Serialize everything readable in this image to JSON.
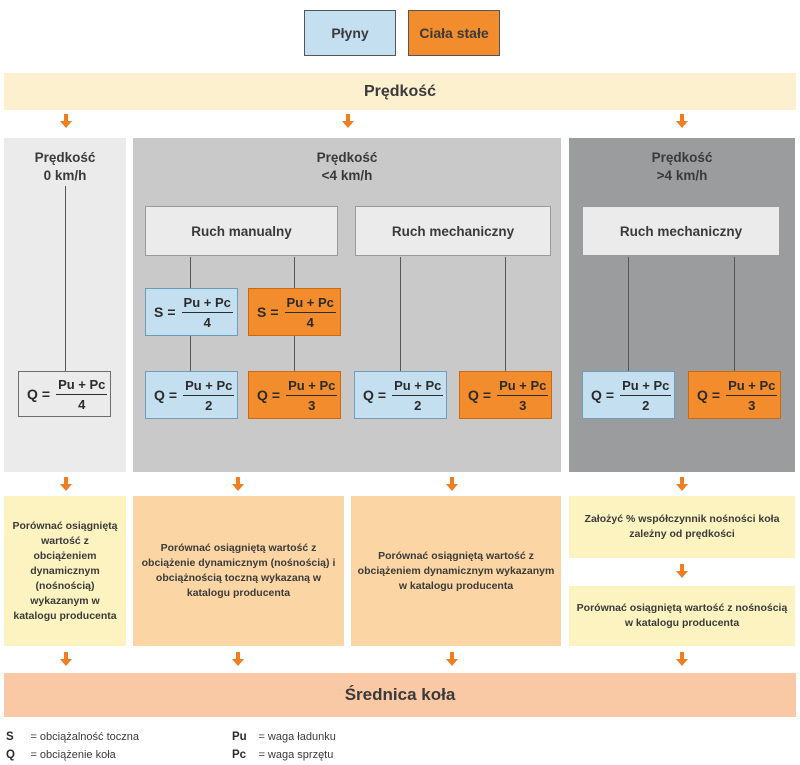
{
  "legend_top": {
    "fluids": "Płyny",
    "solids": "Ciała stałe"
  },
  "speed_band": "Prędkość",
  "columns": {
    "col1": {
      "line1": "Prędkość",
      "line2": "0 km/h"
    },
    "col2": {
      "line1": "Prędkość",
      "line2": "<4 km/h"
    },
    "col3": {
      "line1": "Prędkość",
      "line2": ">4 km/h"
    }
  },
  "modes": {
    "manual": "Ruch manualny",
    "mechanical": "Ruch mechaniczny"
  },
  "formula_parts": {
    "numerator": "Pu + Pc",
    "equals": "="
  },
  "formulas": {
    "q_static": {
      "var": "Q",
      "den": "4"
    },
    "s_fluid_manual": {
      "var": "S",
      "den": "4"
    },
    "s_solid_manual": {
      "var": "S",
      "den": "4"
    },
    "q_fluid_manual": {
      "var": "Q",
      "den": "2"
    },
    "q_solid_manual": {
      "var": "Q",
      "den": "3"
    },
    "q_fluid_mech": {
      "var": "Q",
      "den": "2"
    },
    "q_solid_mech": {
      "var": "Q",
      "den": "3"
    },
    "q_fluid_fast": {
      "var": "Q",
      "den": "2"
    },
    "q_solid_fast": {
      "var": "Q",
      "den": "3"
    }
  },
  "notes": {
    "note1": "Porównać osiągniętą wartość z obciążeniem dynamicznym (nośnością) wykazanym w katalogu producenta",
    "note2": "Porównać osiągniętą wartość z obciążenie dynamicznym (nośnością) i obciążnością toczną wykazaną w katalogu producenta",
    "note3": "Porównać osiągniętą wartość z obciążeniem dynamicznym wykazanym w katalogu producenta",
    "note4a": "Założyć % współczynnik nośności koła zależny od prędkości",
    "note4b": "Porównać osiągniętą wartość z nośnością w katalogu producenta"
  },
  "result_band": "Średnica koła",
  "legend_bottom": {
    "s_key": "S",
    "s_val": "= obciążalność toczna",
    "q_key": "Q",
    "q_val": "= obciążenie koła",
    "pu_key": "Pu",
    "pu_val": "= waga ładunku",
    "pc_key": "Pc",
    "pc_val": "= waga sprzętu"
  },
  "colors": {
    "fluids": "#c3dff0",
    "solids": "#f28c2c",
    "band": "#fdf0cf",
    "result": "#f9c9a5",
    "note_yellow": "#fdf3c0",
    "note_orange": "#fbd6a4",
    "col1_bg": "#ebebeb",
    "col2_bg": "#c9c9c9",
    "col3_bg": "#9b9c9e",
    "arrow": "#ef7d22"
  }
}
